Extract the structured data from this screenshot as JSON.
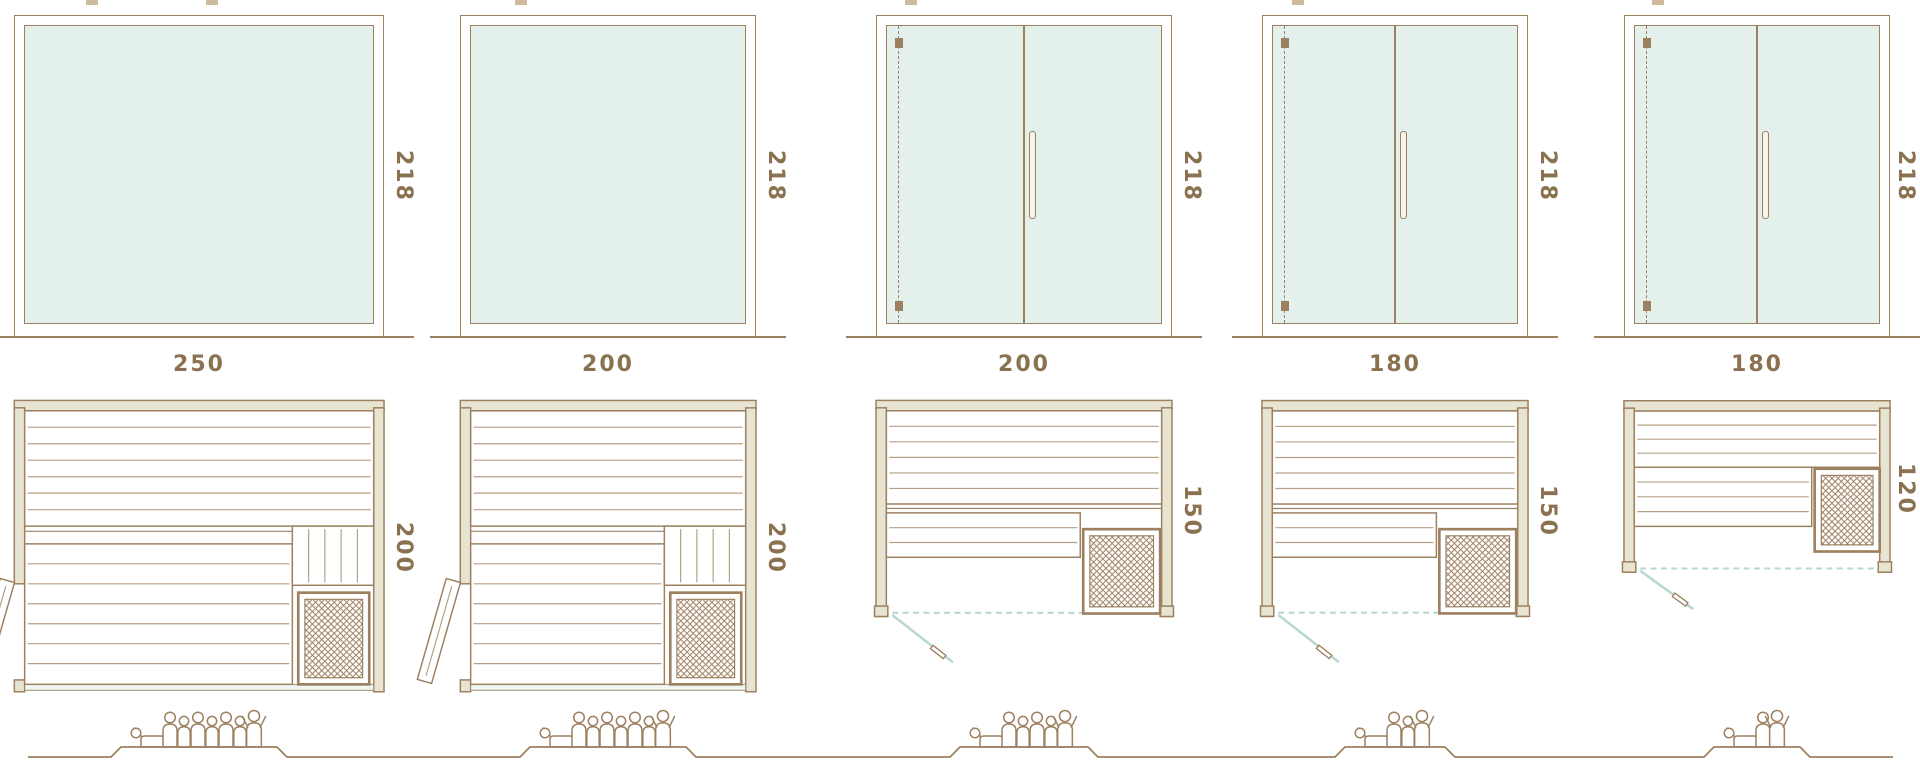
{
  "colors": {
    "line": "#9c8060",
    "line_light": "#b5a184",
    "label": "#8a7150",
    "glass": "#e3f0ec",
    "glass_faint": "#eef6f3",
    "mint": "#b7d8d0",
    "wood": "#e8e4d2"
  },
  "models": [
    {
      "name": "model-250x200",
      "front": {
        "height_label": "218",
        "style": "full-glass-front"
      },
      "plan": {
        "width_label": "250",
        "depth_label": "200",
        "door": "hinged-left-side",
        "heater": "front-right"
      },
      "capacity": 8
    },
    {
      "name": "model-200x200",
      "front": {
        "height_label": "218",
        "style": "full-glass-front"
      },
      "plan": {
        "width_label": "200",
        "depth_label": "200",
        "door": "hinged-left-side",
        "heater": "front-right"
      },
      "capacity": 8
    },
    {
      "name": "model-200x150",
      "front": {
        "height_label": "218",
        "style": "double-glass-door"
      },
      "plan": {
        "width_label": "200",
        "depth_label": "150",
        "door": "front-left-swing",
        "heater": "front-right"
      },
      "capacity": 6
    },
    {
      "name": "model-180x150",
      "front": {
        "height_label": "218",
        "style": "double-glass-door"
      },
      "plan": {
        "width_label": "180",
        "depth_label": "150",
        "door": "front-left-swing",
        "heater": "front-right"
      },
      "capacity": 4
    },
    {
      "name": "model-180x120",
      "front": {
        "height_label": "218",
        "style": "double-glass-door"
      },
      "plan": {
        "width_label": "180",
        "depth_label": "120",
        "door": "front-left-swing",
        "heater": "right-side"
      },
      "capacity": 3
    }
  ]
}
